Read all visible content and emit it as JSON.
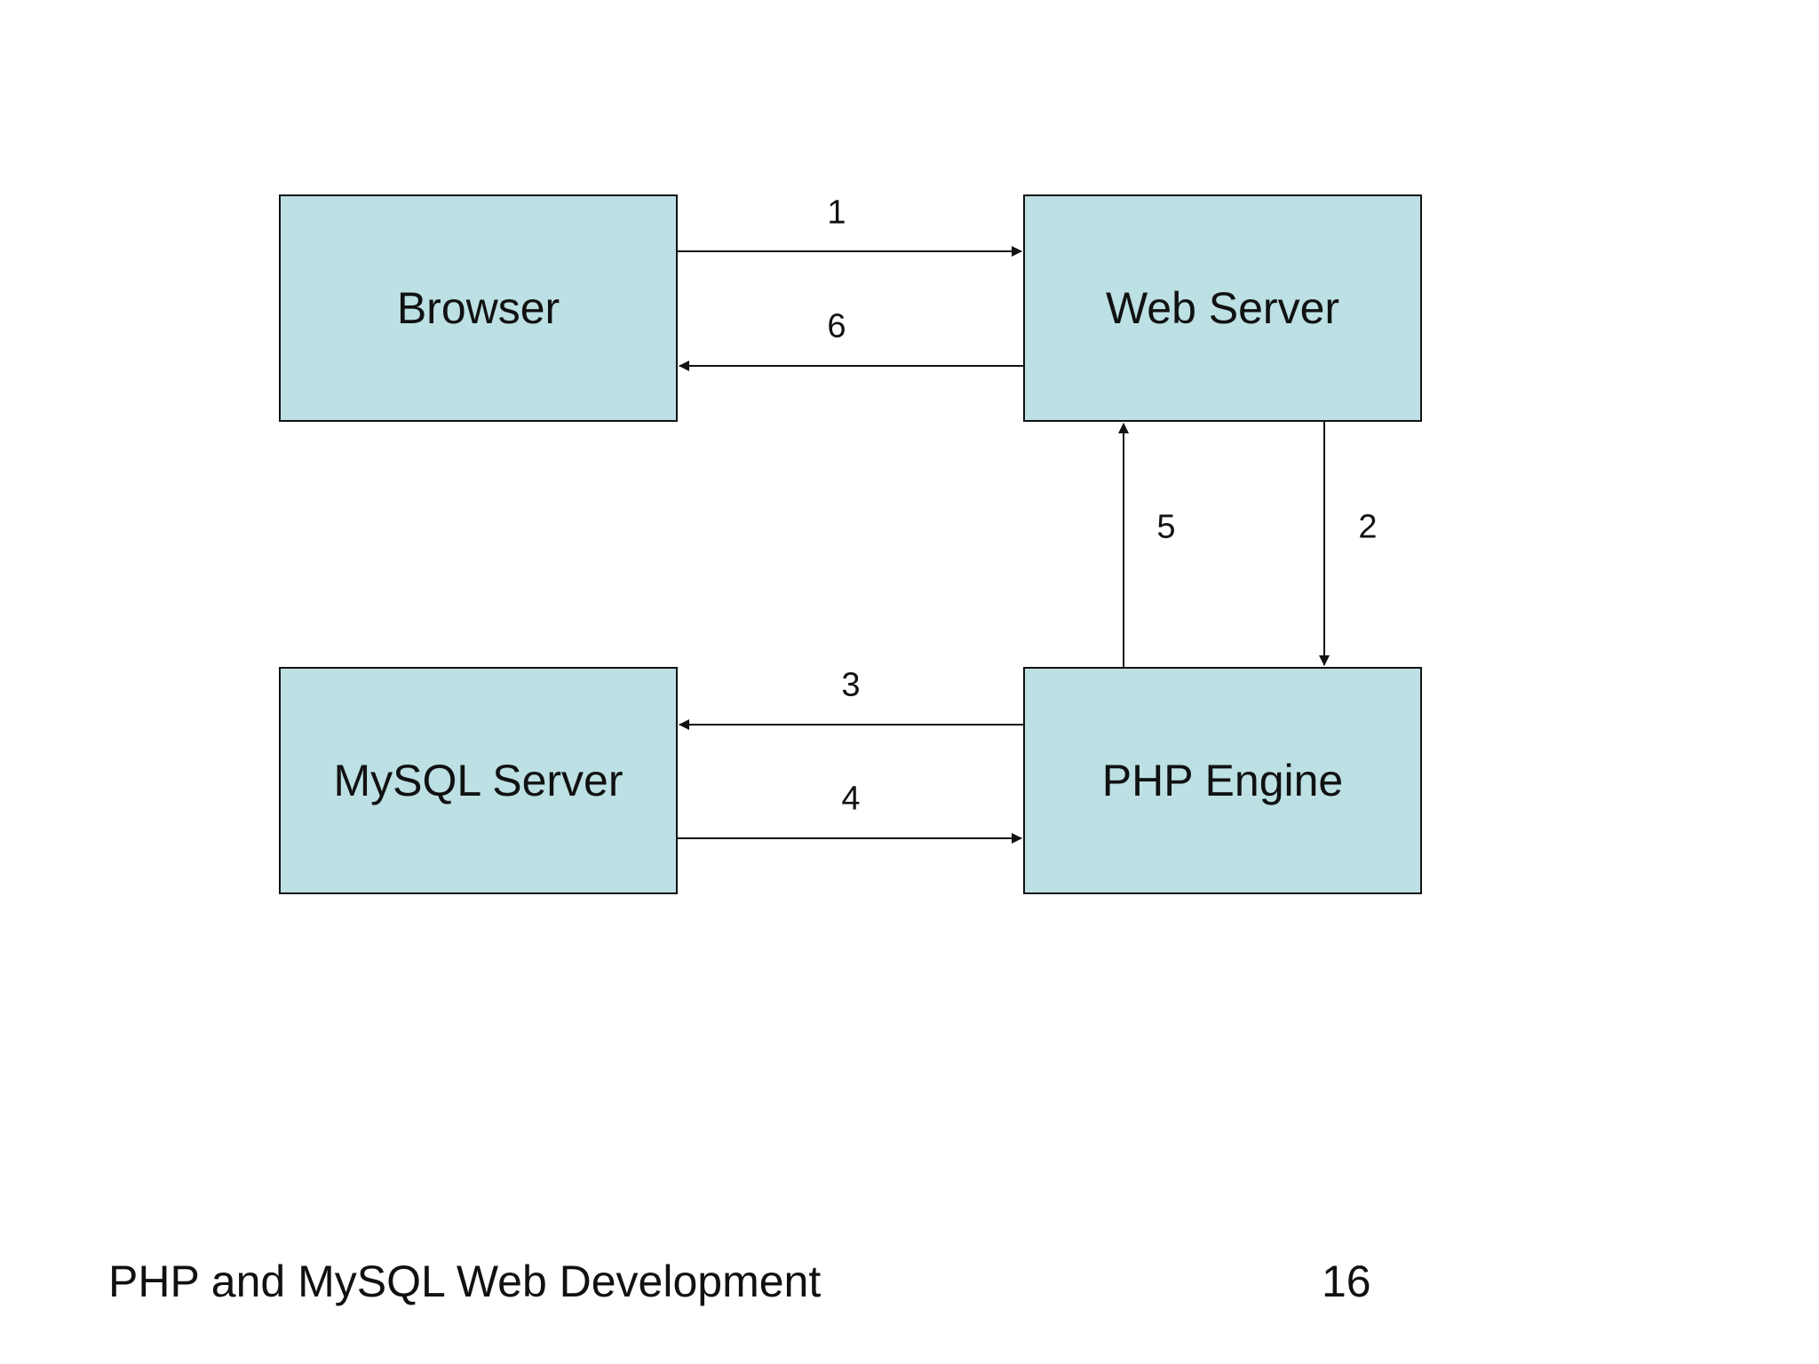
{
  "colors": {
    "box_fill": "#BCE0E3",
    "box_border": "#111111",
    "text": "#111111"
  },
  "nodes": {
    "browser": "Browser",
    "web_server": "Web Server",
    "mysql_server": "MySQL Server",
    "php_engine": "PHP Engine"
  },
  "edges": [
    {
      "label": "1",
      "from": "Browser",
      "to": "Web Server"
    },
    {
      "label": "2",
      "from": "Web Server",
      "to": "PHP Engine"
    },
    {
      "label": "3",
      "from": "PHP Engine",
      "to": "MySQL Server"
    },
    {
      "label": "4",
      "from": "MySQL Server",
      "to": "PHP Engine"
    },
    {
      "label": "5",
      "from": "PHP Engine",
      "to": "Web Server"
    },
    {
      "label": "6",
      "from": "Web Server",
      "to": "Browser"
    }
  ],
  "footer": {
    "title": "PHP and MySQL Web Development",
    "page_number": "16"
  }
}
